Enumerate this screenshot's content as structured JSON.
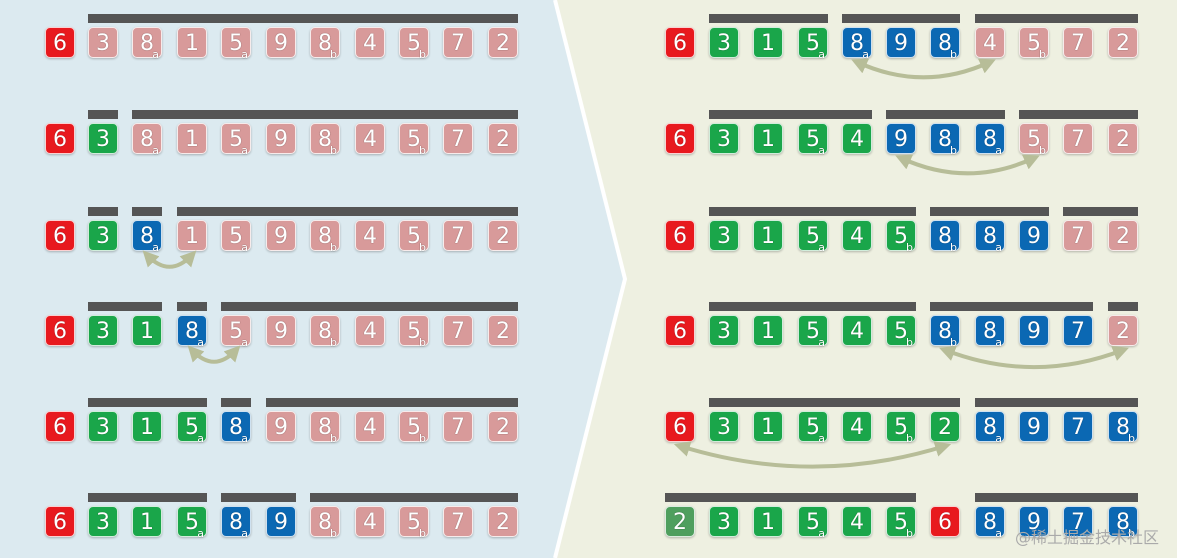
{
  "watermark": "@稀土掘金技术社区",
  "colors": {
    "pivot": "#e8191e",
    "less": "#1aa64a",
    "greater": "#0b68b3",
    "unprocessed": "#d89a9a",
    "pivot_placed": "#4f9f5e",
    "bar": "#555555",
    "arrow": "#b7bd98",
    "left_bg": "#dceaf0",
    "right_bg": "#eef0e1"
  },
  "left_steps": [
    {
      "tiles": [
        [
          "6",
          "",
          "pivot"
        ],
        [
          "3",
          "",
          "unprocessed"
        ],
        [
          "8",
          "a",
          "unprocessed"
        ],
        [
          "1",
          "",
          "unprocessed"
        ],
        [
          "5",
          "a",
          "unprocessed"
        ],
        [
          "9",
          "",
          "unprocessed"
        ],
        [
          "8",
          "b",
          "unprocessed"
        ],
        [
          "4",
          "",
          "unprocessed"
        ],
        [
          "5",
          "b",
          "unprocessed"
        ],
        [
          "7",
          "",
          "unprocessed"
        ],
        [
          "2",
          "",
          "unprocessed"
        ]
      ]
    },
    {
      "tiles": [
        [
          "6",
          "",
          "pivot"
        ],
        [
          "3",
          "",
          "less"
        ],
        [
          "8",
          "a",
          "unprocessed"
        ],
        [
          "1",
          "",
          "unprocessed"
        ],
        [
          "5",
          "a",
          "unprocessed"
        ],
        [
          "9",
          "",
          "unprocessed"
        ],
        [
          "8",
          "b",
          "unprocessed"
        ],
        [
          "4",
          "",
          "unprocessed"
        ],
        [
          "5",
          "b",
          "unprocessed"
        ],
        [
          "7",
          "",
          "unprocessed"
        ],
        [
          "2",
          "",
          "unprocessed"
        ]
      ]
    },
    {
      "tiles": [
        [
          "6",
          "",
          "pivot"
        ],
        [
          "3",
          "",
          "less"
        ],
        [
          "8",
          "a",
          "greater"
        ],
        [
          "1",
          "",
          "unprocessed"
        ],
        [
          "5",
          "a",
          "unprocessed"
        ],
        [
          "9",
          "",
          "unprocessed"
        ],
        [
          "8",
          "b",
          "unprocessed"
        ],
        [
          "4",
          "",
          "unprocessed"
        ],
        [
          "5",
          "b",
          "unprocessed"
        ],
        [
          "7",
          "",
          "unprocessed"
        ],
        [
          "2",
          "",
          "unprocessed"
        ]
      ]
    },
    {
      "tiles": [
        [
          "6",
          "",
          "pivot"
        ],
        [
          "3",
          "",
          "less"
        ],
        [
          "1",
          "",
          "less"
        ],
        [
          "8",
          "a",
          "greater"
        ],
        [
          "5",
          "a",
          "unprocessed"
        ],
        [
          "9",
          "",
          "unprocessed"
        ],
        [
          "8",
          "b",
          "unprocessed"
        ],
        [
          "4",
          "",
          "unprocessed"
        ],
        [
          "5",
          "b",
          "unprocessed"
        ],
        [
          "7",
          "",
          "unprocessed"
        ],
        [
          "2",
          "",
          "unprocessed"
        ]
      ]
    },
    {
      "tiles": [
        [
          "6",
          "",
          "pivot"
        ],
        [
          "3",
          "",
          "less"
        ],
        [
          "1",
          "",
          "less"
        ],
        [
          "5",
          "a",
          "less"
        ],
        [
          "8",
          "a",
          "greater"
        ],
        [
          "9",
          "",
          "unprocessed"
        ],
        [
          "8",
          "b",
          "unprocessed"
        ],
        [
          "4",
          "",
          "unprocessed"
        ],
        [
          "5",
          "b",
          "unprocessed"
        ],
        [
          "7",
          "",
          "unprocessed"
        ],
        [
          "2",
          "",
          "unprocessed"
        ]
      ]
    },
    {
      "tiles": [
        [
          "6",
          "",
          "pivot"
        ],
        [
          "3",
          "",
          "less"
        ],
        [
          "1",
          "",
          "less"
        ],
        [
          "5",
          "a",
          "less"
        ],
        [
          "8",
          "a",
          "greater"
        ],
        [
          "9",
          "",
          "greater"
        ],
        [
          "8",
          "b",
          "unprocessed"
        ],
        [
          "4",
          "",
          "unprocessed"
        ],
        [
          "5",
          "b",
          "unprocessed"
        ],
        [
          "7",
          "",
          "unprocessed"
        ],
        [
          "2",
          "",
          "unprocessed"
        ]
      ]
    }
  ],
  "right_steps": [
    {
      "tiles": [
        [
          "6",
          "",
          "pivot"
        ],
        [
          "3",
          "",
          "less"
        ],
        [
          "1",
          "",
          "less"
        ],
        [
          "5",
          "a",
          "less"
        ],
        [
          "8",
          "a",
          "greater"
        ],
        [
          "9",
          "",
          "greater"
        ],
        [
          "8",
          "b",
          "greater"
        ],
        [
          "4",
          "",
          "unprocessed"
        ],
        [
          "5",
          "b",
          "unprocessed"
        ],
        [
          "7",
          "",
          "unprocessed"
        ],
        [
          "2",
          "",
          "unprocessed"
        ]
      ]
    },
    {
      "tiles": [
        [
          "6",
          "",
          "pivot"
        ],
        [
          "3",
          "",
          "less"
        ],
        [
          "1",
          "",
          "less"
        ],
        [
          "5",
          "a",
          "less"
        ],
        [
          "4",
          "",
          "less"
        ],
        [
          "9",
          "",
          "greater"
        ],
        [
          "8",
          "b",
          "greater"
        ],
        [
          "8",
          "a",
          "greater"
        ],
        [
          "5",
          "b",
          "unprocessed"
        ],
        [
          "7",
          "",
          "unprocessed"
        ],
        [
          "2",
          "",
          "unprocessed"
        ]
      ]
    },
    {
      "tiles": [
        [
          "6",
          "",
          "pivot"
        ],
        [
          "3",
          "",
          "less"
        ],
        [
          "1",
          "",
          "less"
        ],
        [
          "5",
          "a",
          "less"
        ],
        [
          "4",
          "",
          "less"
        ],
        [
          "5",
          "b",
          "less"
        ],
        [
          "8",
          "b",
          "greater"
        ],
        [
          "8",
          "a",
          "greater"
        ],
        [
          "9",
          "",
          "greater"
        ],
        [
          "7",
          "",
          "unprocessed"
        ],
        [
          "2",
          "",
          "unprocessed"
        ]
      ]
    },
    {
      "tiles": [
        [
          "6",
          "",
          "pivot"
        ],
        [
          "3",
          "",
          "less"
        ],
        [
          "1",
          "",
          "less"
        ],
        [
          "5",
          "a",
          "less"
        ],
        [
          "4",
          "",
          "less"
        ],
        [
          "5",
          "b",
          "less"
        ],
        [
          "8",
          "b",
          "greater"
        ],
        [
          "8",
          "a",
          "greater"
        ],
        [
          "9",
          "",
          "greater"
        ],
        [
          "7",
          "",
          "greater"
        ],
        [
          "2",
          "",
          "unprocessed"
        ]
      ]
    },
    {
      "tiles": [
        [
          "6",
          "",
          "pivot"
        ],
        [
          "3",
          "",
          "less"
        ],
        [
          "1",
          "",
          "less"
        ],
        [
          "5",
          "a",
          "less"
        ],
        [
          "4",
          "",
          "less"
        ],
        [
          "5",
          "b",
          "less"
        ],
        [
          "2",
          "",
          "less"
        ],
        [
          "8",
          "a",
          "greater"
        ],
        [
          "9",
          "",
          "greater"
        ],
        [
          "7",
          "",
          "greater"
        ],
        [
          "8",
          "b",
          "greater"
        ]
      ]
    },
    {
      "tiles": [
        [
          "2",
          "",
          "pivot_placed"
        ],
        [
          "3",
          "",
          "less"
        ],
        [
          "1",
          "",
          "less"
        ],
        [
          "5",
          "a",
          "less"
        ],
        [
          "4",
          "",
          "less"
        ],
        [
          "5",
          "b",
          "less"
        ],
        [
          "6",
          "",
          "pivot"
        ],
        [
          "8",
          "a",
          "greater"
        ],
        [
          "9",
          "",
          "greater"
        ],
        [
          "7",
          "",
          "greater"
        ],
        [
          "8",
          "b",
          "greater"
        ]
      ]
    }
  ]
}
